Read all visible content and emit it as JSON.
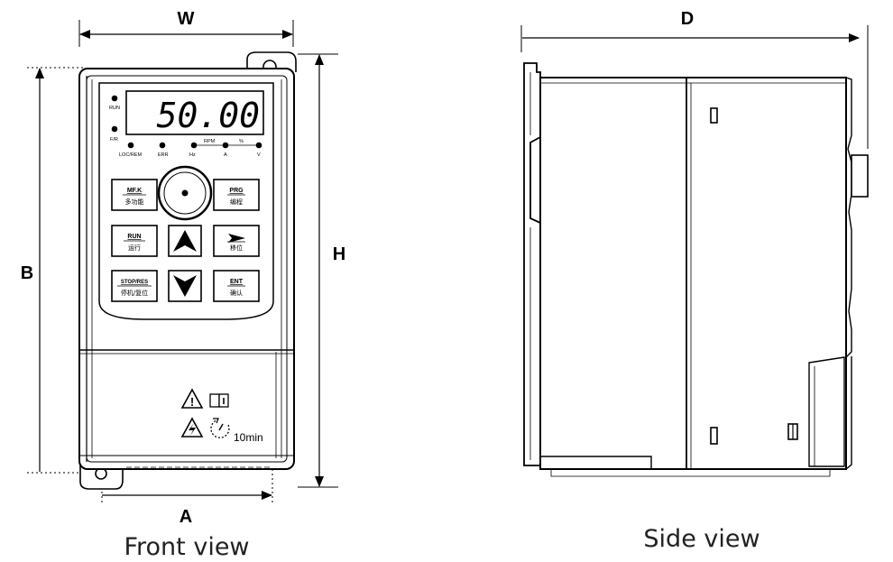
{
  "dimensions": {
    "w": "W",
    "d": "D",
    "b": "B",
    "h": "H",
    "a": "A"
  },
  "captions": {
    "front": "Front view",
    "side": "Side view"
  },
  "display": {
    "value": "50.00"
  },
  "indicators": {
    "run": "RUN",
    "fr": "F/R",
    "loc_rem": "LOC/REM",
    "err": "ERR",
    "hz": "Hz",
    "rpm": "RPM",
    "pct": "%",
    "amp": "A",
    "volt": "V"
  },
  "keys": {
    "mfk": {
      "top": "MF.K",
      "bottom": "多功能"
    },
    "prg": {
      "top": "PRG",
      "bottom": "编程"
    },
    "run": {
      "top": "RUN",
      "bottom": "运行"
    },
    "shift": {
      "top": "➤",
      "bottom": "移位"
    },
    "stop": {
      "top": "STOP/RES",
      "bottom": "停机/复位"
    },
    "ent": {
      "top": "ENT",
      "bottom": "确认"
    }
  },
  "warning": {
    "timer": "10min"
  }
}
